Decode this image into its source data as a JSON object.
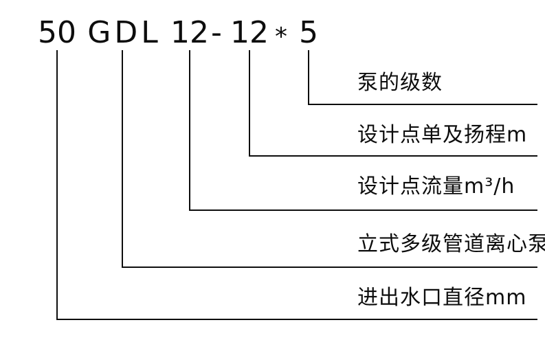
{
  "diagram": {
    "model_code": {
      "full": "50 GDL 12-12*5",
      "parts": [
        "50",
        "GDL",
        "12",
        "-",
        "12",
        "*",
        "5"
      ]
    },
    "annotations": [
      {
        "label": "泵的级数"
      },
      {
        "label": "设计点单及扬程m"
      },
      {
        "label": "设计点流量m³/h"
      },
      {
        "label": "立式多级管道离心泵"
      },
      {
        "label": "进出水口直径mm"
      }
    ]
  },
  "colors": {
    "background": "#ffffff",
    "line": "#0d0d0d",
    "text": "#0d0d0d"
  }
}
